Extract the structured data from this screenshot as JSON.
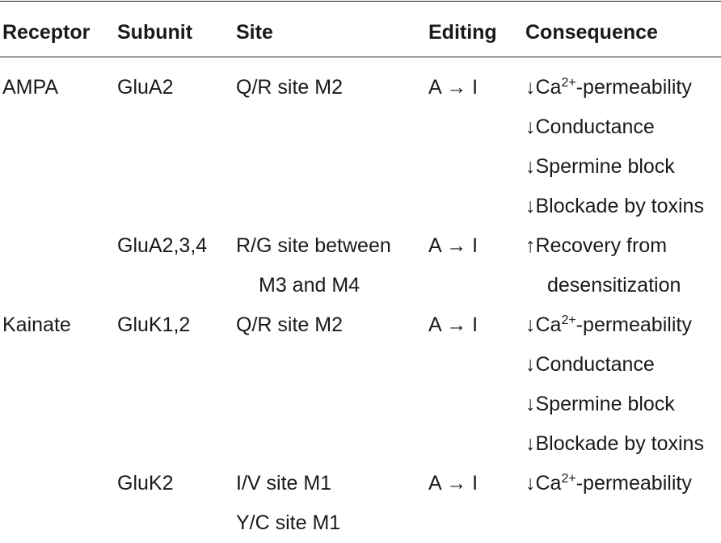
{
  "header": {
    "receptor": "Receptor",
    "subunit": "Subunit",
    "site": "Site",
    "editing": "Editing",
    "consequence": "Consequence"
  },
  "rows": [
    {
      "receptor": "AMPA",
      "subunit": "GluA2",
      "site": [
        "Q/R site M2"
      ],
      "editing": "A → I",
      "consequence": [
        {
          "pre": "↓Ca",
          "sup": "2+",
          "post": "-permeability"
        },
        {
          "pre": "↓Conductance",
          "sup": "",
          "post": ""
        },
        {
          "pre": "↓Spermine block",
          "sup": "",
          "post": ""
        },
        {
          "pre": "↓Blockade by toxins",
          "sup": "",
          "post": ""
        }
      ]
    },
    {
      "receptor": "",
      "subunit": "GluA2,3,4",
      "site": [
        "R/G site between",
        "M3 and M4"
      ],
      "editing": "A → I",
      "consequence": [
        {
          "pre": "↑Recovery from",
          "sup": "",
          "post": ""
        },
        {
          "pre": "desensitization",
          "sup": "",
          "post": ""
        }
      ]
    },
    {
      "receptor": "Kainate",
      "subunit": "GluK1,2",
      "site": [
        "Q/R site M2"
      ],
      "editing": "A → I",
      "consequence": [
        {
          "pre": "↓Ca",
          "sup": "2+",
          "post": "-permeability"
        },
        {
          "pre": "↓Conductance",
          "sup": "",
          "post": ""
        },
        {
          "pre": "↓Spermine block",
          "sup": "",
          "post": ""
        },
        {
          "pre": "↓Blockade by toxins",
          "sup": "",
          "post": ""
        }
      ]
    },
    {
      "receptor": "",
      "subunit": "GluK2",
      "site": [
        "I/V site M1",
        "Y/C site M1"
      ],
      "editing": "A → I",
      "consequence": [
        {
          "pre": "↓Ca",
          "sup": "2+",
          "post": "-permeability"
        }
      ]
    }
  ]
}
